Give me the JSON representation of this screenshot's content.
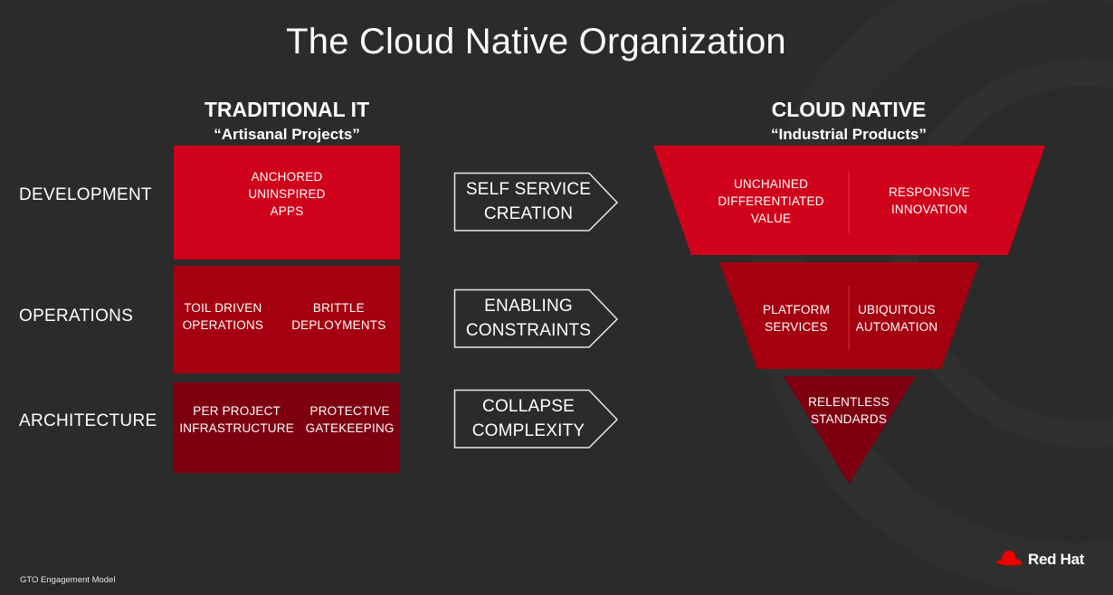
{
  "title": "The Cloud Native Organization",
  "traditional": {
    "heading": "TRADITIONAL IT",
    "subheading": "“Artisanal Projects”",
    "development": [
      "ANCHORED",
      "UNINSPIRED",
      "APPS"
    ],
    "operations": {
      "left": [
        "TOIL DRIVEN",
        "OPERATIONS"
      ],
      "right": [
        "BRITTLE",
        "DEPLOYMENTS"
      ]
    },
    "architecture": {
      "left": [
        "PER PROJECT",
        "INFRASTRUCTURE"
      ],
      "right": [
        "PROTECTIVE",
        "GATEKEEPING"
      ]
    }
  },
  "rows": [
    "DEVELOPMENT",
    "OPERATIONS",
    "ARCHITECTURE"
  ],
  "transitions": [
    [
      "SELF SERVICE",
      "CREATION"
    ],
    [
      "ENABLING",
      "CONSTRAINTS"
    ],
    [
      "COLLAPSE",
      "COMPLEXITY"
    ]
  ],
  "cloud_native": {
    "heading": "CLOUD NATIVE",
    "subheading": "“Industrial Products”",
    "development": {
      "left": [
        "UNCHAINED",
        "DIFFERENTIATED",
        "VALUE"
      ],
      "right": [
        "RESPONSIVE",
        "INNOVATION"
      ]
    },
    "operations": {
      "left": [
        "PLATFORM",
        "SERVICES"
      ],
      "right": [
        "UBIQUITOUS",
        "AUTOMATION"
      ]
    },
    "architecture": [
      "RELENTLESS",
      "STANDARDS"
    ]
  },
  "footer": "GTO Engagement Model",
  "logo": {
    "text": "Red Hat",
    "icon": "red-hat-fedora-icon"
  },
  "colors": {
    "background": "#2b2b2b",
    "red_bright": "#d0021b",
    "red_mid": "#a5000f",
    "red_dark": "#7e0010"
  }
}
